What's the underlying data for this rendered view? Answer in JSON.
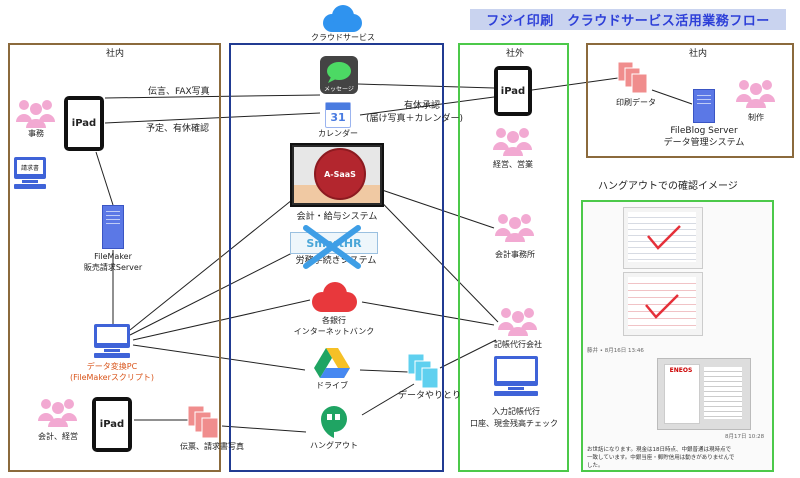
{
  "title": "フジイ印刷　クラウドサービス活用業務フロー",
  "cloud_label": "クラウドサービス",
  "sections": {
    "internal_left": "社内",
    "external": "社外",
    "internal_right": "社内"
  },
  "left": {
    "jimu": "事務",
    "ipad": "iPad",
    "invoice_label": "請求書",
    "filemaker_l1": "FileMaker",
    "filemaker_l2": "販売請求Server",
    "pc_l1": "データ変換PC",
    "pc_l2": "(FileMakerスクリプト)",
    "ipad2": "iPad",
    "kaikei": "会計、経営",
    "denpyo": "伝票、請求書写真"
  },
  "edges": {
    "fax": "伝言、FAX写真",
    "yotei": "予定、有休確認",
    "yukyu_l1": "有休承認",
    "yukyu_l2": "(届け写真＋カレンダー)",
    "data_yaritori": "データやりとり"
  },
  "cloud": {
    "message": "メッセージ",
    "calendar_num": "31",
    "calendar": "カレンダー",
    "asaas": "A-SaaS",
    "kaikei": "会計・給与システム",
    "smr": "SmartHR",
    "roumu": "労務手続きシステム",
    "bank_l1": "各銀行",
    "bank_l2": "インターネットバンク",
    "drive": "ドライブ",
    "hangout": "ハングアウト"
  },
  "external": {
    "ipad": "iPad",
    "eigyo": "経営、営業",
    "zeirishi": "会計事務所",
    "kicho": "記帳代行会社",
    "input_l1": "入力記帳代行",
    "input_l2": "口座、現金残高チェック"
  },
  "right": {
    "print_data": "印刷データ",
    "fileblog_l1": "FileBlog Server",
    "fileblog_l2": "データ管理システム",
    "seisaku": "制作",
    "hangout_title": "ハングアウトでの確認イメージ",
    "chat_name": "藤井 • 8月16日 13:46",
    "chat_time": "8月17日 10:28",
    "eneos": "ENEOS",
    "chat_text_1": "お世話になります。現金は18日時点、中銀普通は現時点で",
    "chat_text_2": "一致しています。中銀当座・郵貯信用は動きがありませんで",
    "chat_text_3": "した。"
  },
  "colors": {
    "title_bg": "#c9d3ef",
    "title_fg": "#2d3fd8",
    "brown": "#8b6a3c",
    "navy": "#213b92",
    "green": "#4cc94a",
    "people": "#f2a9d2",
    "server": "#5b78e6",
    "pc": "#3f63d8",
    "orange_text": "#d9541a"
  }
}
